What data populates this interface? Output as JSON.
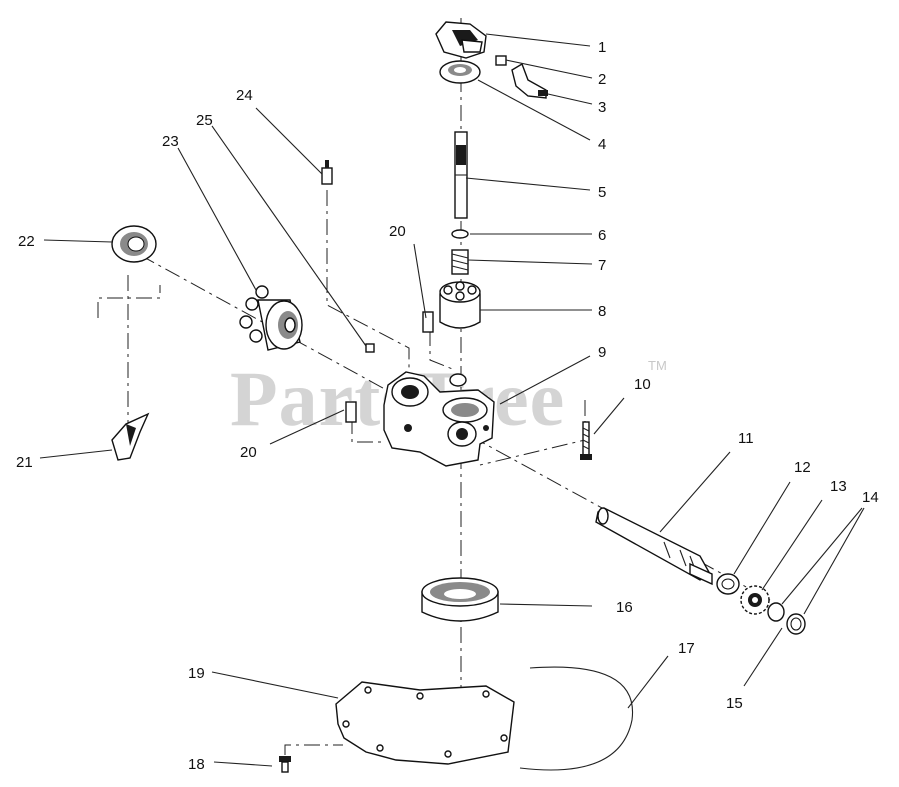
{
  "watermark": {
    "text": "PartsTree",
    "trademark": "TM"
  },
  "callouts": {
    "c1": "1",
    "c2": "2",
    "c3": "3",
    "c4": "4",
    "c5": "5",
    "c6": "6",
    "c7": "7",
    "c8": "8",
    "c9": "9",
    "c10": "10",
    "c11": "11",
    "c12": "12",
    "c13": "13",
    "c14": "14",
    "c15": "15",
    "c16": "16",
    "c17": "17",
    "c18": "18",
    "c19": "19",
    "c20a": "20",
    "c20b": "20",
    "c21": "21",
    "c22": "22",
    "c23": "23",
    "c24": "24",
    "c25": "25"
  }
}
